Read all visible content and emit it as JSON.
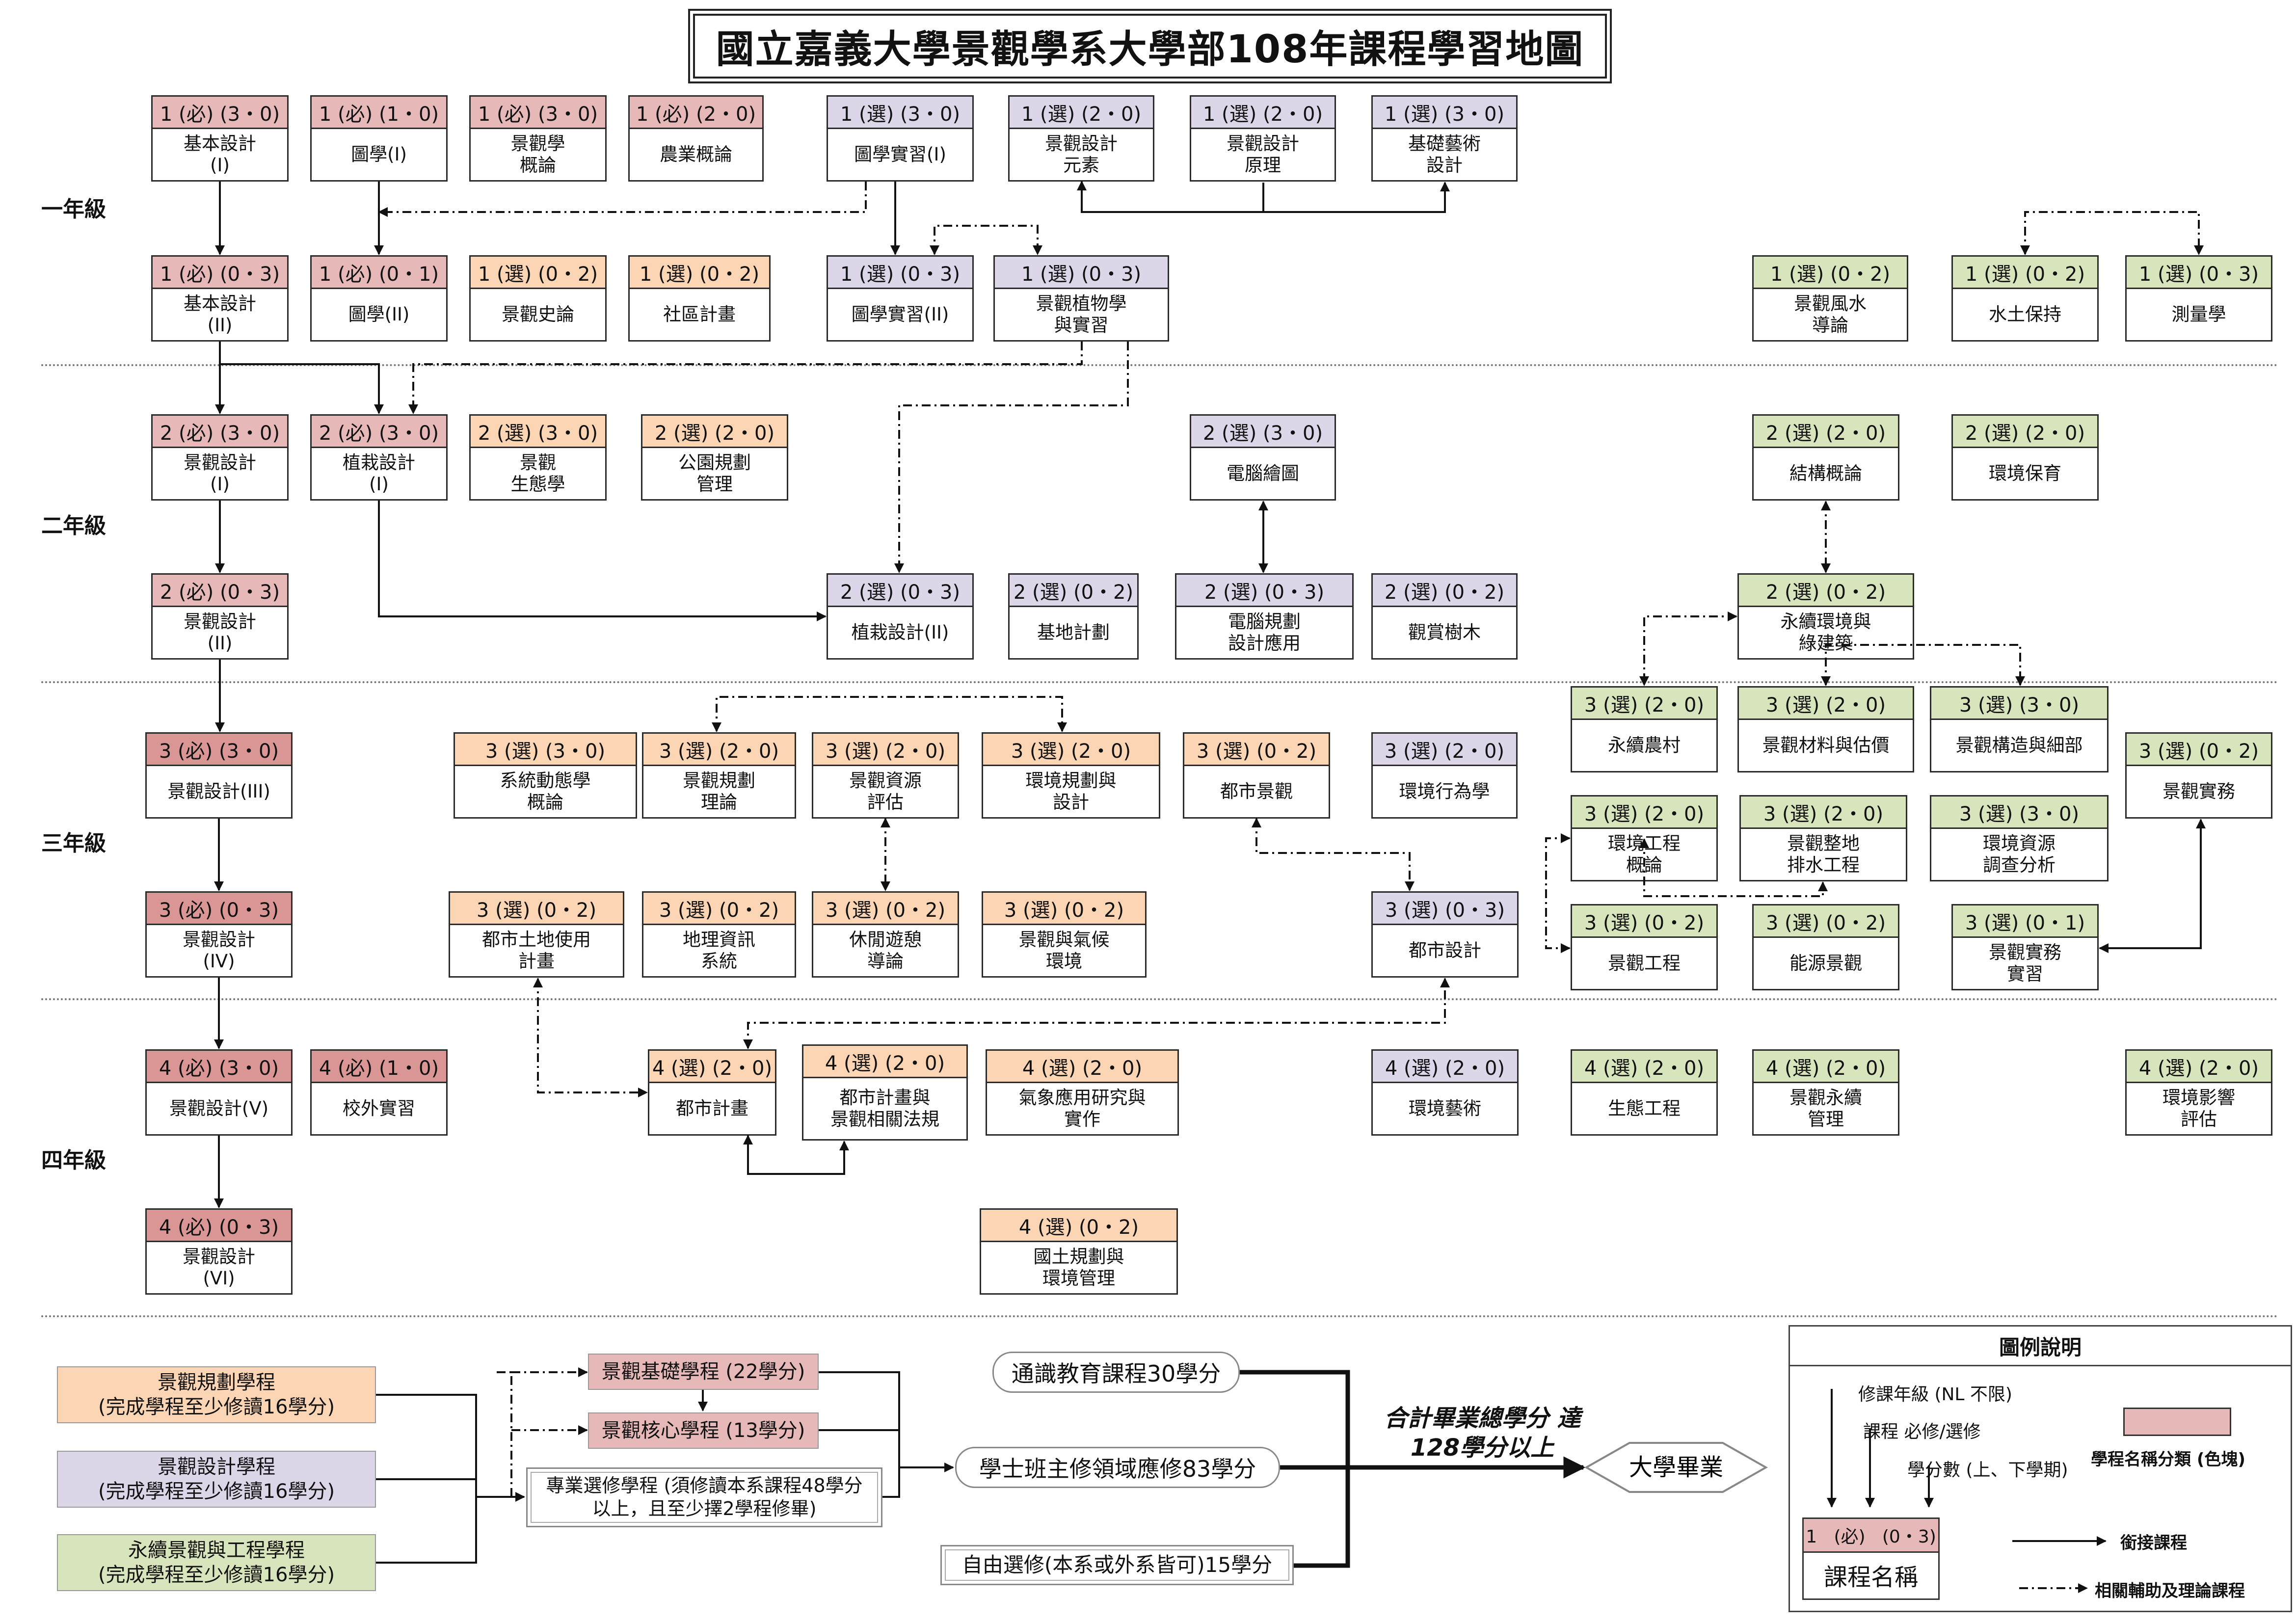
{
  "title": "國立嘉義大學景觀學系大學部108年課程學習地圖",
  "years": [
    "一年級",
    "二年級",
    "三年級",
    "四年級"
  ],
  "courses": [
    {
      "h": "1 (必) (3・0)",
      "n": "基本設計\n(I)",
      "c": "pink"
    },
    {
      "h": "1 (必) (1・0)",
      "n": "圖學(I)",
      "c": "pink"
    },
    {
      "h": "1 (必) (3・0)",
      "n": "景觀學\n概論",
      "c": "pink"
    },
    {
      "h": "1 (必) (2・0)",
      "n": "農業概論",
      "c": "pink"
    },
    {
      "h": "1 (選) (3・0)",
      "n": "圖學實習(I)",
      "c": "lav"
    },
    {
      "h": "1 (選) (2・0)",
      "n": "景觀設計\n元素",
      "c": "lav"
    },
    {
      "h": "1 (選) (2・0)",
      "n": "景觀設計\n原理",
      "c": "lav"
    },
    {
      "h": "1 (選) (3・0)",
      "n": "基礎藝術\n設計",
      "c": "lav"
    },
    {
      "h": "1 (必) (0・3)",
      "n": "基本設計\n(II)",
      "c": "pink"
    },
    {
      "h": "1 (必) (0・1)",
      "n": "圖學(II)",
      "c": "pink"
    },
    {
      "h": "1 (選) (0・2)",
      "n": "景觀史論",
      "c": "peach"
    },
    {
      "h": "1 (選) (0・2)",
      "n": "社區計畫",
      "c": "peach"
    },
    {
      "h": "1 (選) (0・3)",
      "n": "圖學實習(II)",
      "c": "lav"
    },
    {
      "h": "1 (選) (0・3)",
      "n": "景觀植物學\n與實習",
      "c": "lav"
    },
    {
      "h": "1 (選) (0・2)",
      "n": "景觀風水\n導論",
      "c": "green"
    },
    {
      "h": "1 (選) (0・2)",
      "n": "水土保持",
      "c": "green"
    },
    {
      "h": "1 (選) (0・3)",
      "n": "測量學",
      "c": "green"
    },
    {
      "h": "2 (必) (3・0)",
      "n": "景觀設計\n(I)",
      "c": "pink"
    },
    {
      "h": "2 (必) (3・0)",
      "n": "植栽設計\n(I)",
      "c": "pink"
    },
    {
      "h": "2 (選) (3・0)",
      "n": "景觀\n生態學",
      "c": "peach"
    },
    {
      "h": "2 (選) (2・0)",
      "n": "公園規劃\n管理",
      "c": "peach"
    },
    {
      "h": "2 (選) (3・0)",
      "n": "電腦繪圖",
      "c": "lav"
    },
    {
      "h": "2 (選) (2・0)",
      "n": "結構概論",
      "c": "green"
    },
    {
      "h": "2 (選) (2・0)",
      "n": "環境保育",
      "c": "green"
    },
    {
      "h": "2 (必) (0・3)",
      "n": "景觀設計\n(II)",
      "c": "pink"
    },
    {
      "h": "2 (選) (0・3)",
      "n": "植栽設計(II)",
      "c": "lav"
    },
    {
      "h": "2 (選) (0・2)",
      "n": "基地計劃",
      "c": "lav"
    },
    {
      "h": "2 (選) (0・3)",
      "n": "電腦規劃\n設計應用",
      "c": "lav"
    },
    {
      "h": "2 (選) (0・2)",
      "n": "觀賞樹木",
      "c": "lav"
    },
    {
      "h": "2 (選) (0・2)",
      "n": "永續環境與\n綠建築",
      "c": "green"
    },
    {
      "h": "3 (必) (3・0)",
      "n": "景觀設計(III)",
      "c": "dpink"
    },
    {
      "h": "3 (選) (3・0)",
      "n": "系統動態學\n概論",
      "c": "peach"
    },
    {
      "h": "3 (選) (2・0)",
      "n": "景觀規劃\n理論",
      "c": "peach"
    },
    {
      "h": "3 (選) (2・0)",
      "n": "景觀資源\n評估",
      "c": "peach"
    },
    {
      "h": "3 (選) (2・0)",
      "n": "環境規劃與\n設計",
      "c": "peach"
    },
    {
      "h": "3 (選) (0・2)",
      "n": "都市景觀",
      "c": "peach"
    },
    {
      "h": "3 (選) (2・0)",
      "n": "環境行為學",
      "c": "lav"
    },
    {
      "h": "3 (選) (2・0)",
      "n": "永續農村",
      "c": "green"
    },
    {
      "h": "3 (選) (2・0)",
      "n": "景觀材料與估價",
      "c": "green"
    },
    {
      "h": "3 (選) (3・0)",
      "n": "景觀構造與細部",
      "c": "green"
    },
    {
      "h": "3 (選) (0・2)",
      "n": "景觀實務",
      "c": "green"
    },
    {
      "h": "3 (選) (2・0)",
      "n": "環境工程\n概論",
      "c": "green"
    },
    {
      "h": "3 (選) (2・0)",
      "n": "景觀整地\n排水工程",
      "c": "green"
    },
    {
      "h": "3 (選) (3・0)",
      "n": "環境資源\n調查分析",
      "c": "green"
    },
    {
      "h": "3 (必) (0・3)",
      "n": "景觀設計\n(IV)",
      "c": "dpink"
    },
    {
      "h": "3 (選) (0・2)",
      "n": "都市土地使用\n計畫",
      "c": "peach"
    },
    {
      "h": "3 (選) (0・2)",
      "n": "地理資訊\n系統",
      "c": "peach"
    },
    {
      "h": "3 (選) (0・2)",
      "n": "休閒遊憩\n導論",
      "c": "peach"
    },
    {
      "h": "3 (選) (0・2)",
      "n": "景觀與氣候\n環境",
      "c": "peach"
    },
    {
      "h": "3 (選) (0・3)",
      "n": "都市設計",
      "c": "lav"
    },
    {
      "h": "3 (選) (0・2)",
      "n": "景觀工程",
      "c": "green"
    },
    {
      "h": "3 (選) (0・2)",
      "n": "能源景觀",
      "c": "green"
    },
    {
      "h": "3 (選) (0・1)",
      "n": "景觀實務\n實習",
      "c": "green"
    },
    {
      "h": "4 (必) (3・0)",
      "n": "景觀設計(V)",
      "c": "dpink"
    },
    {
      "h": "4 (必) (1・0)",
      "n": "校外實習",
      "c": "dpink"
    },
    {
      "h": "4 (選) (2・0)",
      "n": "都市計畫",
      "c": "peach"
    },
    {
      "h": "4 (選) (2・0)",
      "n": "都市計畫與\n景觀相關法規",
      "c": "peach"
    },
    {
      "h": "4 (選) (2・0)",
      "n": "氣象應用研究與\n實作",
      "c": "peach"
    },
    {
      "h": "4 (選) (2・0)",
      "n": "環境藝術",
      "c": "lav"
    },
    {
      "h": "4 (選) (2・0)",
      "n": "生態工程",
      "c": "green"
    },
    {
      "h": "4 (選) (2・0)",
      "n": "景觀永續\n管理",
      "c": "green"
    },
    {
      "h": "4 (選) (2・0)",
      "n": "環境影響\n評估",
      "c": "green"
    },
    {
      "h": "4 (必) (0・3)",
      "n": "景觀設計\n(VI)",
      "c": "dpink"
    },
    {
      "h": "4 (選) (0・2)",
      "n": "國土規劃與\n環境管理",
      "c": "peach"
    }
  ],
  "programs": {
    "planning": "景觀規劃學程\n(完成學程至少修讀16學分)",
    "design": "景觀設計學程\n(完成學程至少修讀16學分)",
    "sustain": "永續景觀與工程學程\n(完成學程至少修讀16學分)",
    "basic": "景觀基礎學程 (22學分)",
    "core": "景觀核心學程 (13學分)",
    "elective": "專業選修學程 (須修讀本系課程48學分\n以上，且至少擇2學程修畢)"
  },
  "summary": {
    "general": "通識教育課程30學分",
    "major": "學士班主修領域應修83學分",
    "free": "自由選修(本系或外系皆可)15學分",
    "total": "合計畢業總學分\n達128學分以上",
    "graduate": "大學畢業"
  },
  "legend": {
    "title": "圖例說明",
    "year": "修課年級 (NL 不限)",
    "req": "課程  必修/選修",
    "credits": "學分數 (上、下學期)",
    "category": "學程名稱分類 (色塊)",
    "sample_header": "1   (必)   (0・3)",
    "sample_name": "課程名稱",
    "link": "銜接課程",
    "related": "相關輔助及理論課程"
  },
  "colors": {
    "pink": "#e6b8b7",
    "dpink": "#d99694",
    "peach": "#fcd5b4",
    "lav": "#ddd6e9",
    "green": "#d8e4bc"
  }
}
